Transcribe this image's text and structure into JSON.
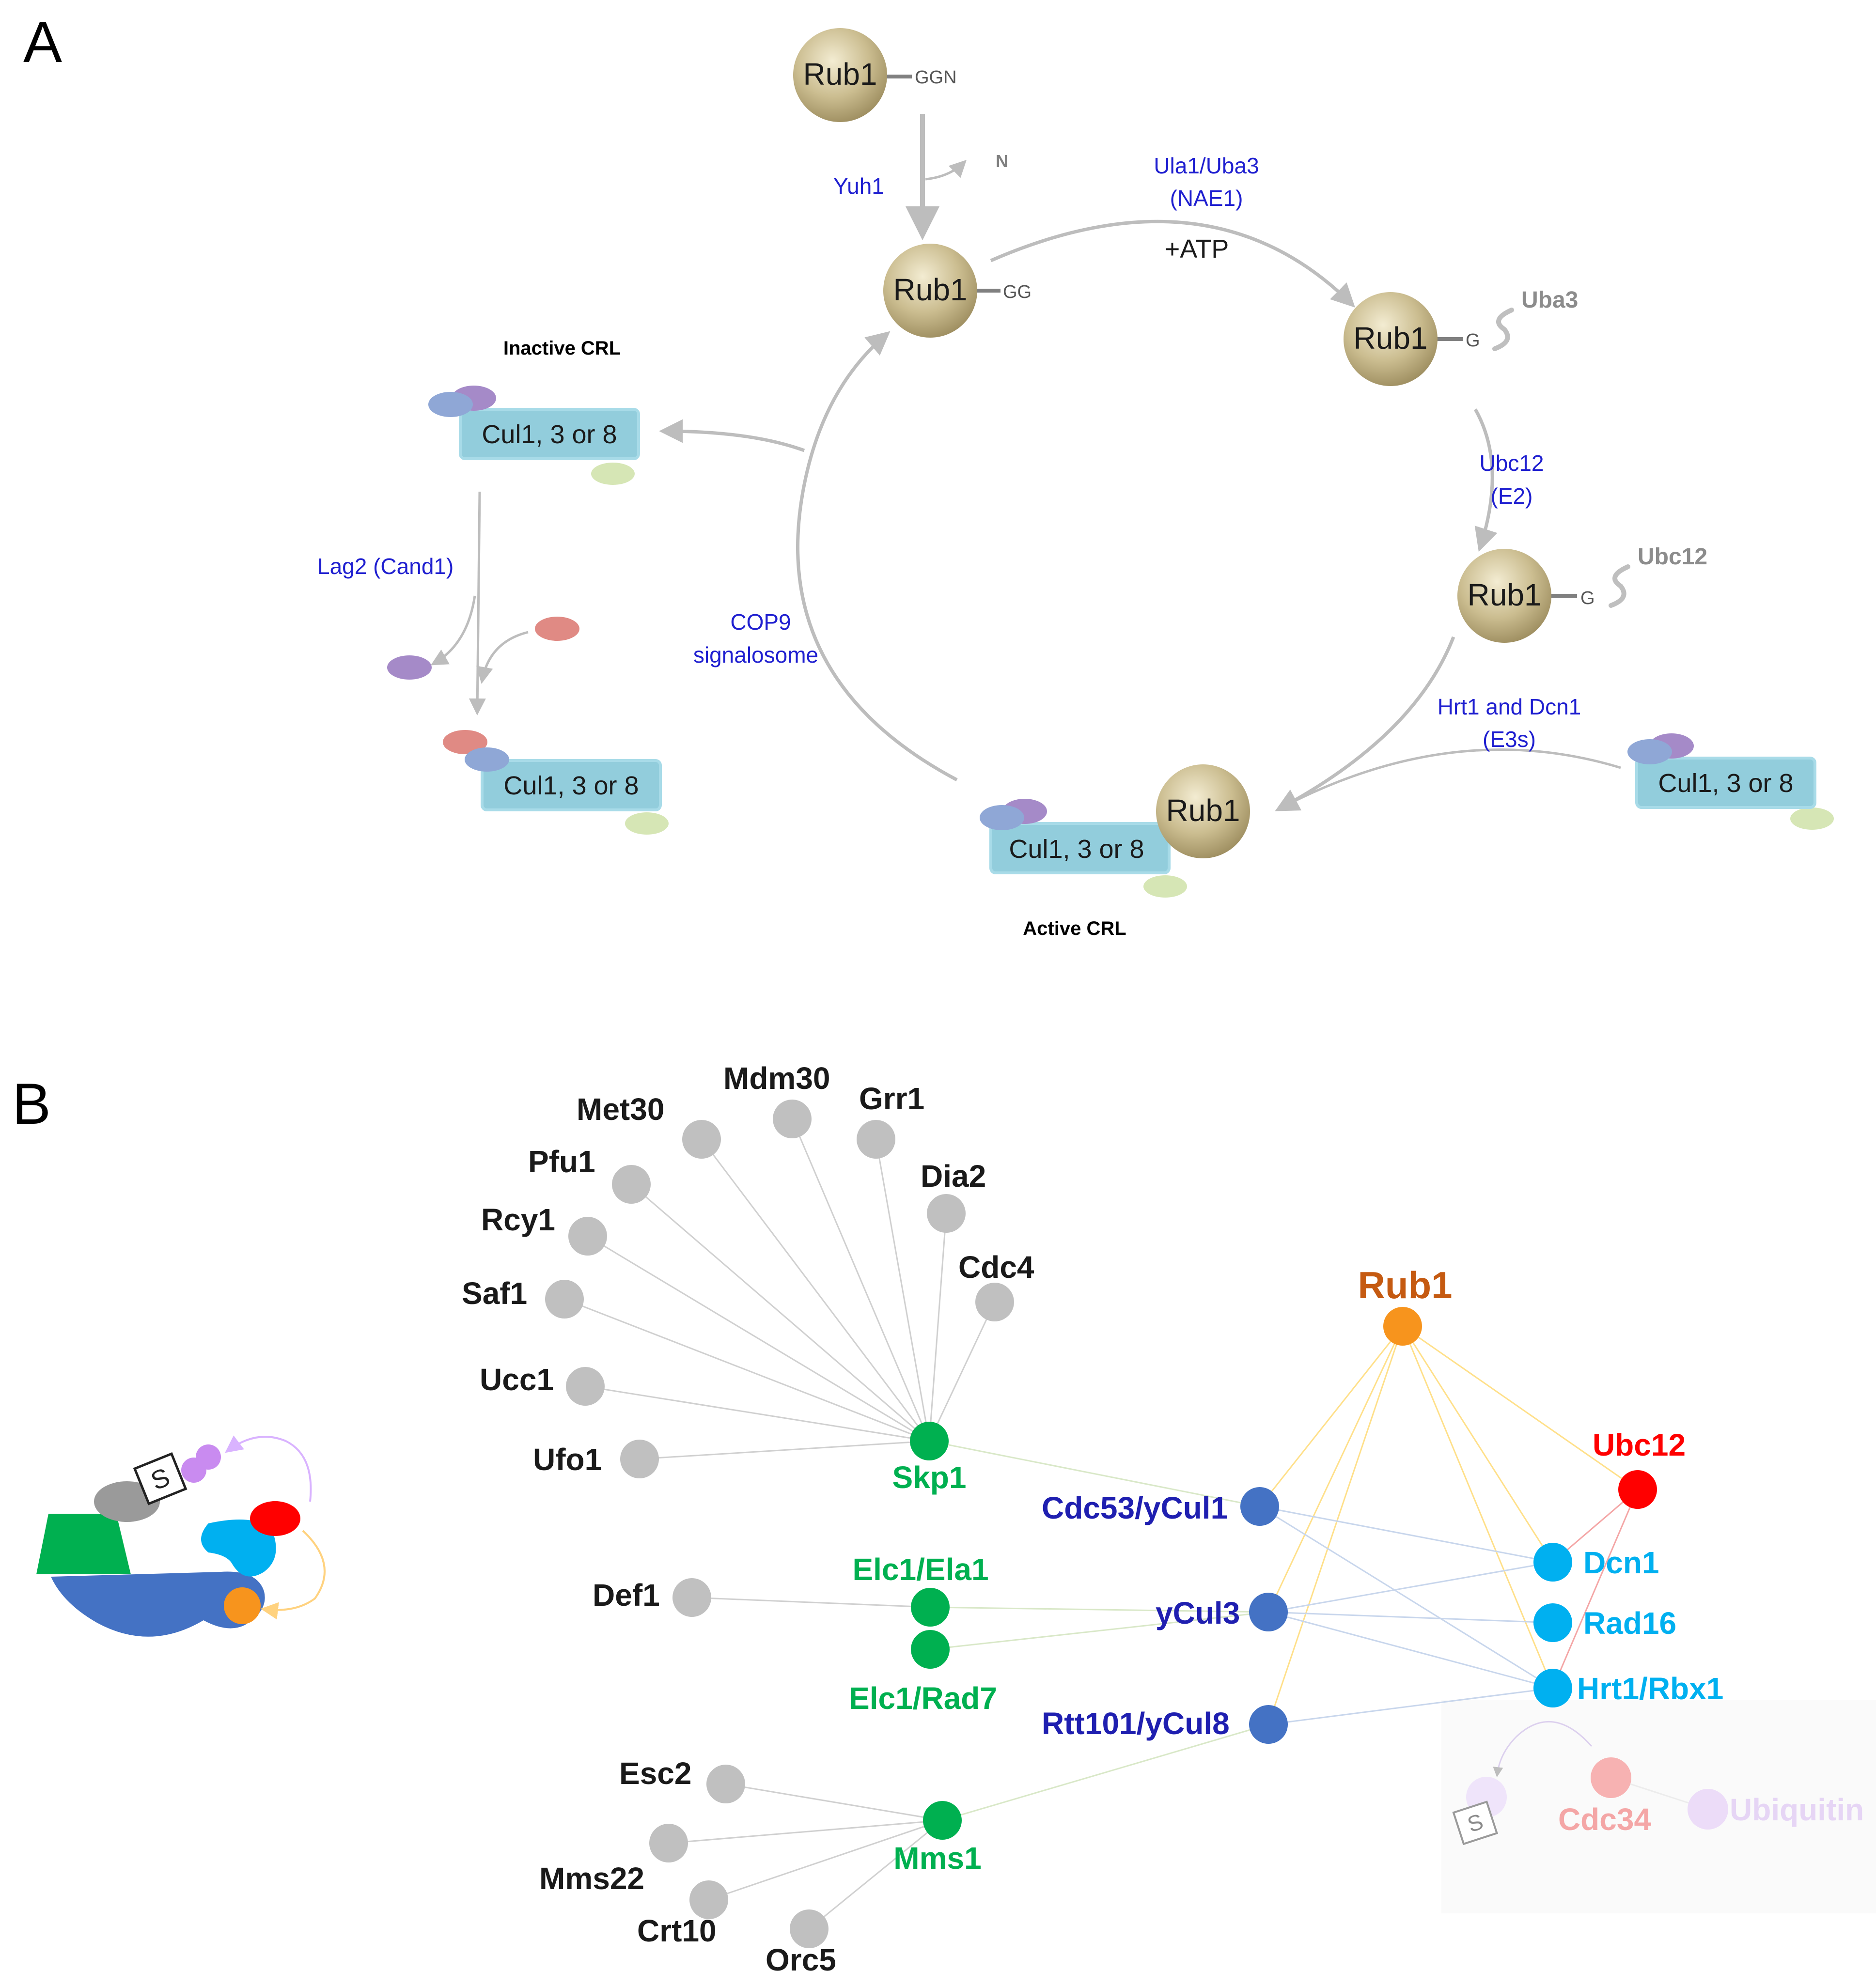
{
  "panel_a": {
    "label": "A",
    "rub1": "Rub1",
    "ggn": "GGN",
    "gg": "GG",
    "g": "G",
    "n": "N",
    "uba3": "Uba3",
    "ubc12": "Ubc12",
    "yuh1": "Yuh1",
    "ula1_line1": "Ula1/Uba3",
    "ula1_line2": "(NAE1)",
    "atp": "+ATP",
    "ubc12_e2_line1": "Ubc12",
    "ubc12_e2_line2": "(E2)",
    "e3_line1": "Hrt1 and Dcn1",
    "e3_line2": "(E3s)",
    "cop9_line1": "COP9",
    "cop9_line2": "signalosome",
    "lag2": "Lag2 (Cand1)",
    "inactive_crl": "Inactive CRL",
    "active_crl": "Active CRL",
    "cul": "Cul1, 3 or 8"
  },
  "panel_b": {
    "label": "B",
    "nodes": {
      "met30": "Met30",
      "mdm30": "Mdm30",
      "grr1": "Grr1",
      "pfu1": "Pfu1",
      "dia2": "Dia2",
      "rcy1": "Rcy1",
      "cdc4": "Cdc4",
      "saf1": "Saf1",
      "ucc1": "Ucc1",
      "ufo1": "Ufo1",
      "skp1": "Skp1",
      "def1": "Def1",
      "elc1_ela1": "Elc1/Ela1",
      "elc1_rad7": "Elc1/Rad7",
      "esc2": "Esc2",
      "mms22": "Mms22",
      "crt10": "Crt10",
      "orc5": "Orc5",
      "mms1": "Mms1",
      "cdc53": "Cdc53/yCul1",
      "ycul3": "yCul3",
      "rtt101": "Rtt101/yCul8",
      "rub1": "Rub1",
      "ubc12": "Ubc12",
      "dcn1": "Dcn1",
      "rad16": "Rad16",
      "hrt1": "Hrt1/Rbx1",
      "cdc34": "Cdc34",
      "ubiquitin": "Ubiquitin"
    }
  },
  "colors": {
    "rub1_bead": "#c8b98c",
    "cullin_box": "#92cddc",
    "pathway_arrow": "#bfbfbf",
    "enzyme_label": "#1f1fd0",
    "substrate_node": "#c0c0c0",
    "adaptor_node": "#00b050",
    "cullin_node": "#4472c4",
    "rub1_node": "#f7941d",
    "rub1_label": "#c55a11",
    "ubc12_node": "#ff0000",
    "e3_node": "#00b0f0",
    "cdc34_node": "#f4a6a6",
    "ubiquitin_node": "#e6d5f5"
  }
}
